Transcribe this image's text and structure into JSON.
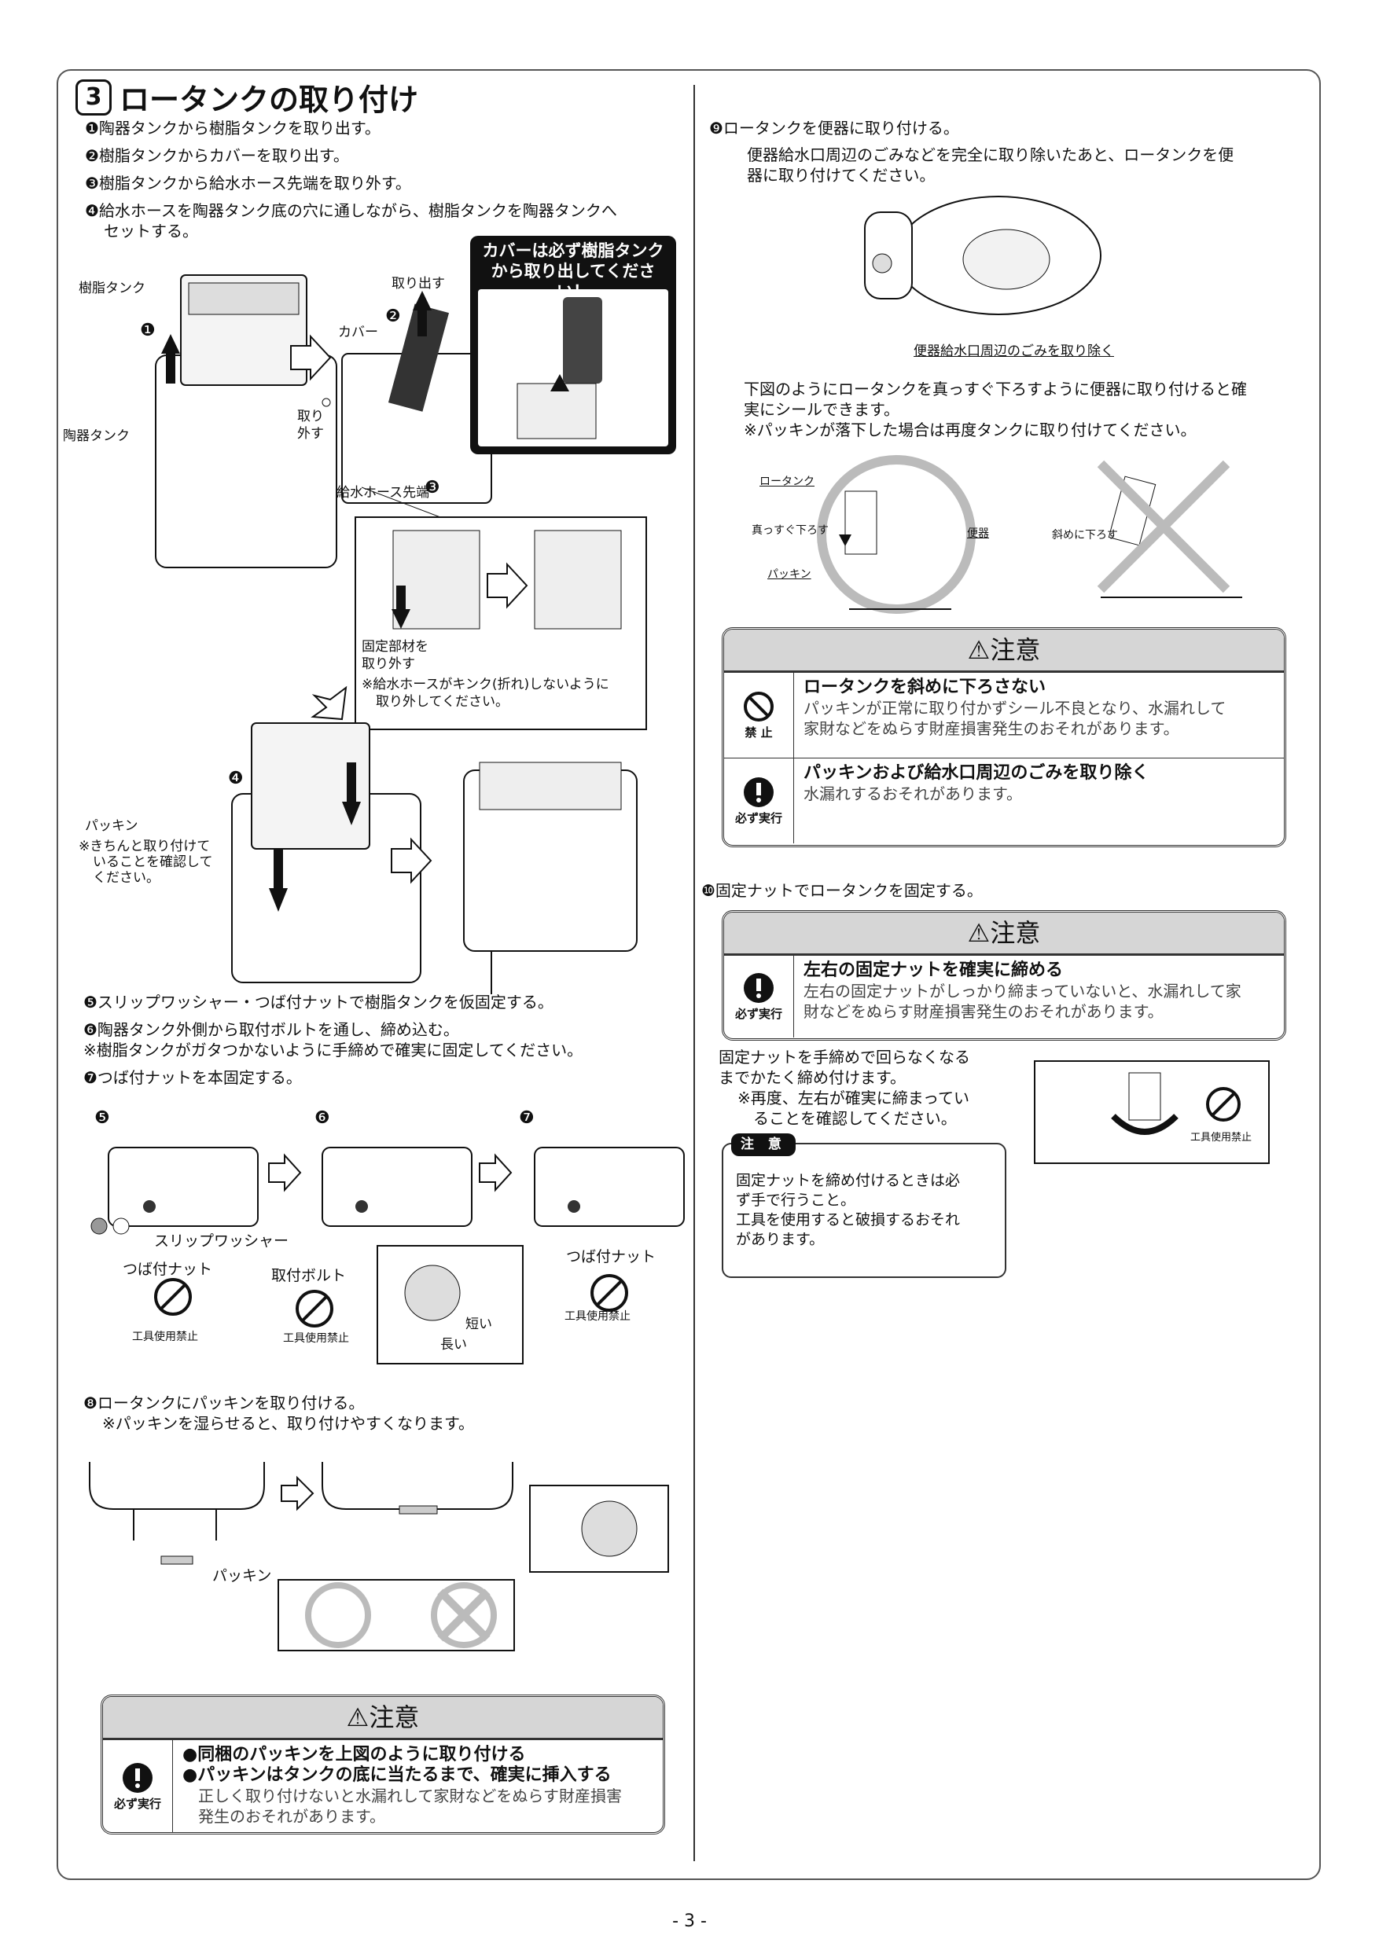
{
  "section": {
    "number": "3",
    "title": "ロータンクの取り付け"
  },
  "left": {
    "steps_top": [
      "❶陶器タンクから樹脂タンクを取り出す。",
      "❷樹脂タンクからカバーを取り出す。",
      "❸樹脂タンクから給水ホース先端を取り外す。",
      "❹給水ホースを陶器タンク底の穴に通しながら、樹脂タンクを陶器タンクへ",
      "セットする。"
    ],
    "fig1": {
      "resin_tank": "樹脂タンク",
      "ceramic_tank": "陶器タンク",
      "takeout": "取り出す",
      "cover": "カバー",
      "remove1": "取り",
      "remove2": "外す",
      "hose_tip": "給水ホース先端",
      "n1": "❶",
      "n2": "❷",
      "n3": "❸",
      "n4": "❹",
      "callout_line1": "カバーは必ず樹脂タンク",
      "callout_line2": "から取り出してください！",
      "fix1": "固定部材を",
      "fix2": "取り外す",
      "kink1": "※給水ホースがキンク(折れ)しないように",
      "kink2": "取り外してください。",
      "packing": "パッキン",
      "packing_note1": "※きちんと取り付けて",
      "packing_note2": "いることを確認して",
      "packing_note3": "ください。"
    },
    "steps_mid": [
      "❺スリップワッシャー・つば付ナットで樹脂タンクを仮固定する。",
      "❻陶器タンク外側から取付ボルトを通し、締め込む。",
      "※樹脂タンクがガタつかないように手締めで確実に固定してください。",
      "❼つば付ナットを本固定する。"
    ],
    "fig2": {
      "n5": "❺",
      "n6": "❻",
      "n7": "❼",
      "slip_washer": "スリップワッシャー",
      "flange_nut": "つば付ナット",
      "mount_bolt": "取付ボルト",
      "flange_nut2": "つば付ナット",
      "no_tool": "工具使用禁止",
      "short": "短い",
      "long": "長い"
    },
    "step8": [
      "❽ロータンクにパッキンを取り付ける。",
      "※パッキンを湿らせると、取り付けやすくなります。"
    ],
    "fig3": {
      "packing": "パッキン"
    },
    "caution": {
      "header": "注意",
      "icon_label": "必ず実行",
      "line1": "●同梱のパッキンを上図のように取り付ける",
      "line2": "●パッキンはタンクの底に当たるまで、確実に挿入する",
      "desc1": "正しく取り付けないと水漏れして家財などをぬらす財産損害",
      "desc2": "発生のおそれがあります。"
    }
  },
  "right": {
    "step9": "❾ロータンクを便器に取り付ける。",
    "step9_desc1": "便器給水口周辺のごみなどを完全に取り除いたあと、ロータンクを便",
    "step9_desc2": "器に取り付けてください。",
    "fig_bowl_caption": "便器給水口周辺のごみを取り除く",
    "straight1": "下図のようにロータンクを真っすぐ下ろすように便器に取り付けると確",
    "straight2": "実にシールできます。",
    "straight3": "※パッキンが落下した場合は再度タンクに取り付けてください。",
    "fig_install": {
      "lowtank": "ロータンク",
      "straight": "真っすぐ下ろす",
      "packing": "パッキン",
      "bowl": "便器",
      "diagonal": "斜めに下ろす"
    },
    "caution1": {
      "header": "注意",
      "r1_icon": "禁 止",
      "r1_title": "ロータンクを斜めに下ろさない",
      "r1_d1": "パッキンが正常に取り付かずシール不良となり、水漏れして",
      "r1_d2": "家財などをぬらす財産損害発生のおそれがあります。",
      "r2_icon": "必ず実行",
      "r2_title": "パッキンおよび給水口周辺のごみを取り除く",
      "r2_d1": "水漏れするおそれがあります。"
    },
    "step10": "❿固定ナットでロータンクを固定する。",
    "caution2": {
      "header": "注意",
      "icon": "必ず実行",
      "title": "左右の固定ナットを確実に締める",
      "d1": "左右の固定ナットがしっかり締まっていないと、水漏れして家",
      "d2": "財などをぬらす財産損害発生のおそれがあります。"
    },
    "nut1": "固定ナットを手締めで回らなくなる",
    "nut2": "までかたく締め付けます。",
    "nut3": "※再度、左右が確実に締まってい",
    "nut4": "ることを確認してください。",
    "note": {
      "tag": "注 意",
      "l1": "固定ナットを締め付けるときは必",
      "l2": "ず手で行うこと。",
      "l3": "工具を使用すると破損するおそれ",
      "l4": "があります。"
    },
    "no_tool": "工具使用禁止"
  },
  "page_number": "- 3 -"
}
